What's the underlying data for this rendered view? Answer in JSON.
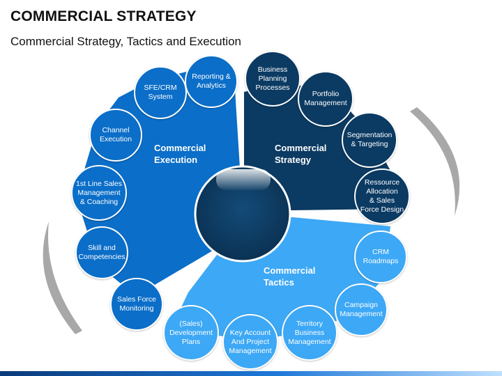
{
  "header": {
    "title": "COMMERCIAL STRATEGY",
    "subtitle": "Commercial Strategy, Tactics and Execution"
  },
  "colors": {
    "execution": "#0b6ec8",
    "strategy": "#0b3a62",
    "tactics": "#3da8f5",
    "center": "#0d3a60",
    "arc": "#a8a8a8"
  },
  "segments": [
    {
      "id": "execution",
      "label": "Commercial\nExecution"
    },
    {
      "id": "strategy",
      "label": "Commercial\nStrategy"
    },
    {
      "id": "tactics",
      "label": "Commercial\nTactics"
    }
  ],
  "circles": [
    {
      "label": "Reporting &\nAnalytics",
      "group": "execution"
    },
    {
      "label": "SFE/CRM\nSystem",
      "group": "execution"
    },
    {
      "label": "Channel\nExecution",
      "group": "execution"
    },
    {
      "label": "1st Line Sales\nManagement\n& Coaching",
      "group": "execution"
    },
    {
      "label": "Skill and\nCompetencies",
      "group": "execution"
    },
    {
      "label": "Sales Force\nMonitoring",
      "group": "execution"
    },
    {
      "label": "Business\nPlanning\nProcesses",
      "group": "strategy"
    },
    {
      "label": "Portfolio\nManagement",
      "group": "strategy"
    },
    {
      "label": "Segmentation\n& Targeting",
      "group": "strategy"
    },
    {
      "label": "Ressource\nAllocation\n& Sales\nForce Design",
      "group": "strategy"
    },
    {
      "label": "CRM\nRoadmaps",
      "group": "tactics"
    },
    {
      "label": "Campaign\nManagement",
      "group": "tactics"
    },
    {
      "label": "Territory\nBusiness\nManagement",
      "group": "tactics"
    },
    {
      "label": "Key Account\nAnd Project\nManagement",
      "group": "tactics"
    },
    {
      "label": "(Sales)\nDevelopment\nPlans",
      "group": "tactics"
    }
  ]
}
